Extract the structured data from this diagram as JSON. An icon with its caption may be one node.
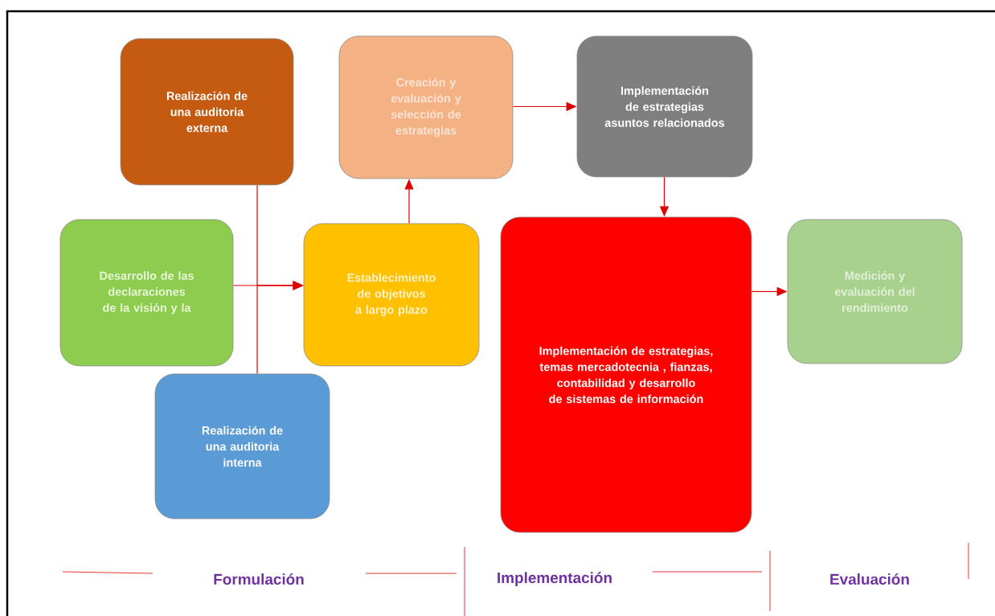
{
  "diagram": {
    "nodes": [
      {
        "text": [
          "Realización de una auditoria externa"
        ]
      },
      {
        "text": [
          "Creación y evaluación y selección de estrategias"
        ]
      },
      {
        "text": [
          "Implementación de estrategias asuntos relacionados"
        ]
      },
      {
        "text": [
          "Desarrollo de las declaraciones de la visión y la"
        ]
      },
      {
        "text": [
          "Establecimiento de objetivos a largo plazo"
        ]
      },
      {
        "text": [
          "Implementación de estrategias, temas mercadotecnia , fianzas, contabilidad y desarrollo de sistemas de información"
        ]
      },
      {
        "text": [
          "Medición y evaluación del rendimiento"
        ]
      },
      {
        "text": [
          "Realización de una auditoria interna"
        ]
      }
    ],
    "edges": [
      {
        "from": 3,
        "to": 4,
        "arrow": "to"
      },
      {
        "from": 0,
        "to": 4,
        "arrow": "to"
      },
      {
        "from": 7,
        "to": 4,
        "arrow": "to"
      },
      {
        "from": 4,
        "to": 1,
        "arrow": "to"
      },
      {
        "from": 1,
        "to": 2,
        "arrow": "to"
      },
      {
        "from": 2,
        "to": 5,
        "arrow": "to"
      },
      {
        "from": 5,
        "to": 6,
        "arrow": "to"
      }
    ],
    "labels": [
      "Formulación",
      "Implementación",
      "Evaluación"
    ]
  }
}
